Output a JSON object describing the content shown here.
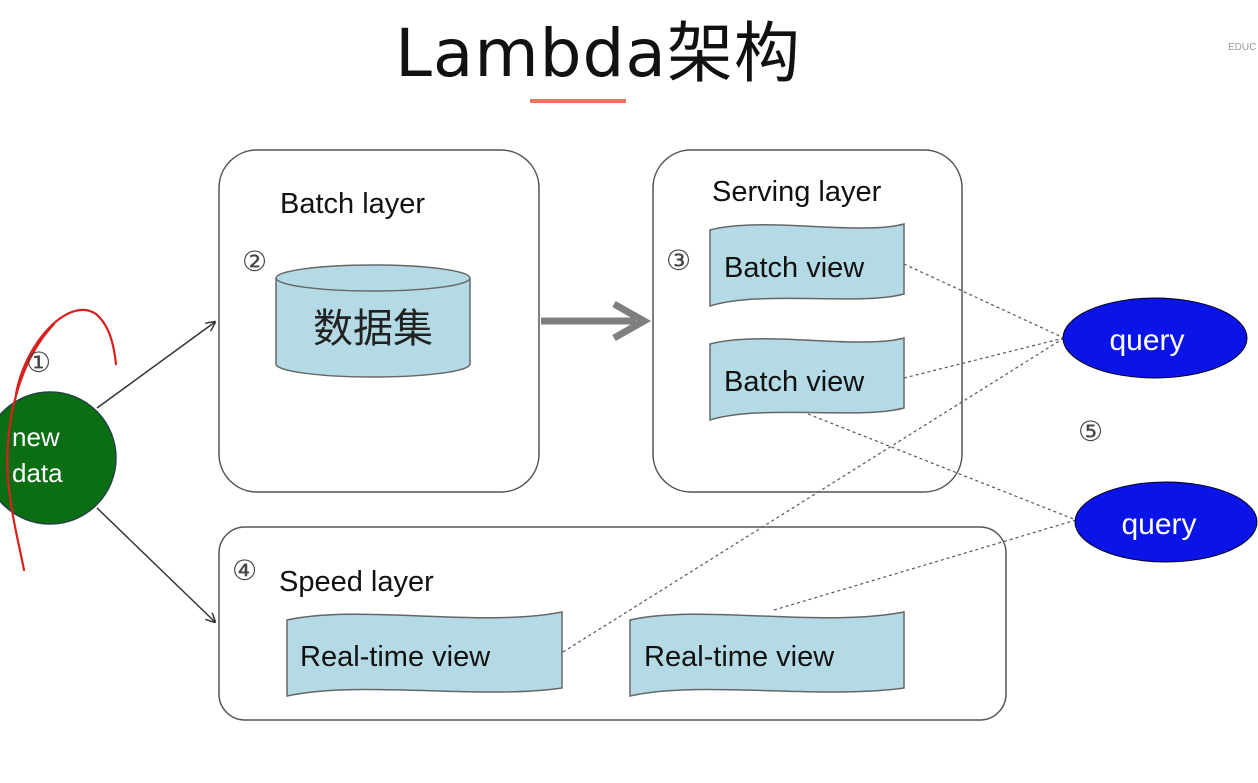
{
  "title": "Lambda架构",
  "watermark": "EDUC",
  "colors": {
    "new_data_fill": "#0b6e12",
    "query_fill": "#0a14e6",
    "view_fill": "#b4dbe5",
    "annotation": "#d9201e",
    "title_underline": "#e8745a"
  },
  "nodes": {
    "new_data": {
      "label_line1": "new",
      "label_line2": "data",
      "step": "①"
    },
    "batch_layer": {
      "title": "Batch layer",
      "step": "②",
      "dataset_label": "数据集"
    },
    "serving_layer": {
      "title": "Serving layer",
      "step": "③",
      "views": [
        "Batch view",
        "Batch view"
      ]
    },
    "speed_layer": {
      "title": "Speed layer",
      "step": "④",
      "views": [
        "Real-time view",
        "Real-time view"
      ]
    },
    "queries": {
      "step": "⑤",
      "labels": [
        "query",
        "query"
      ]
    }
  }
}
